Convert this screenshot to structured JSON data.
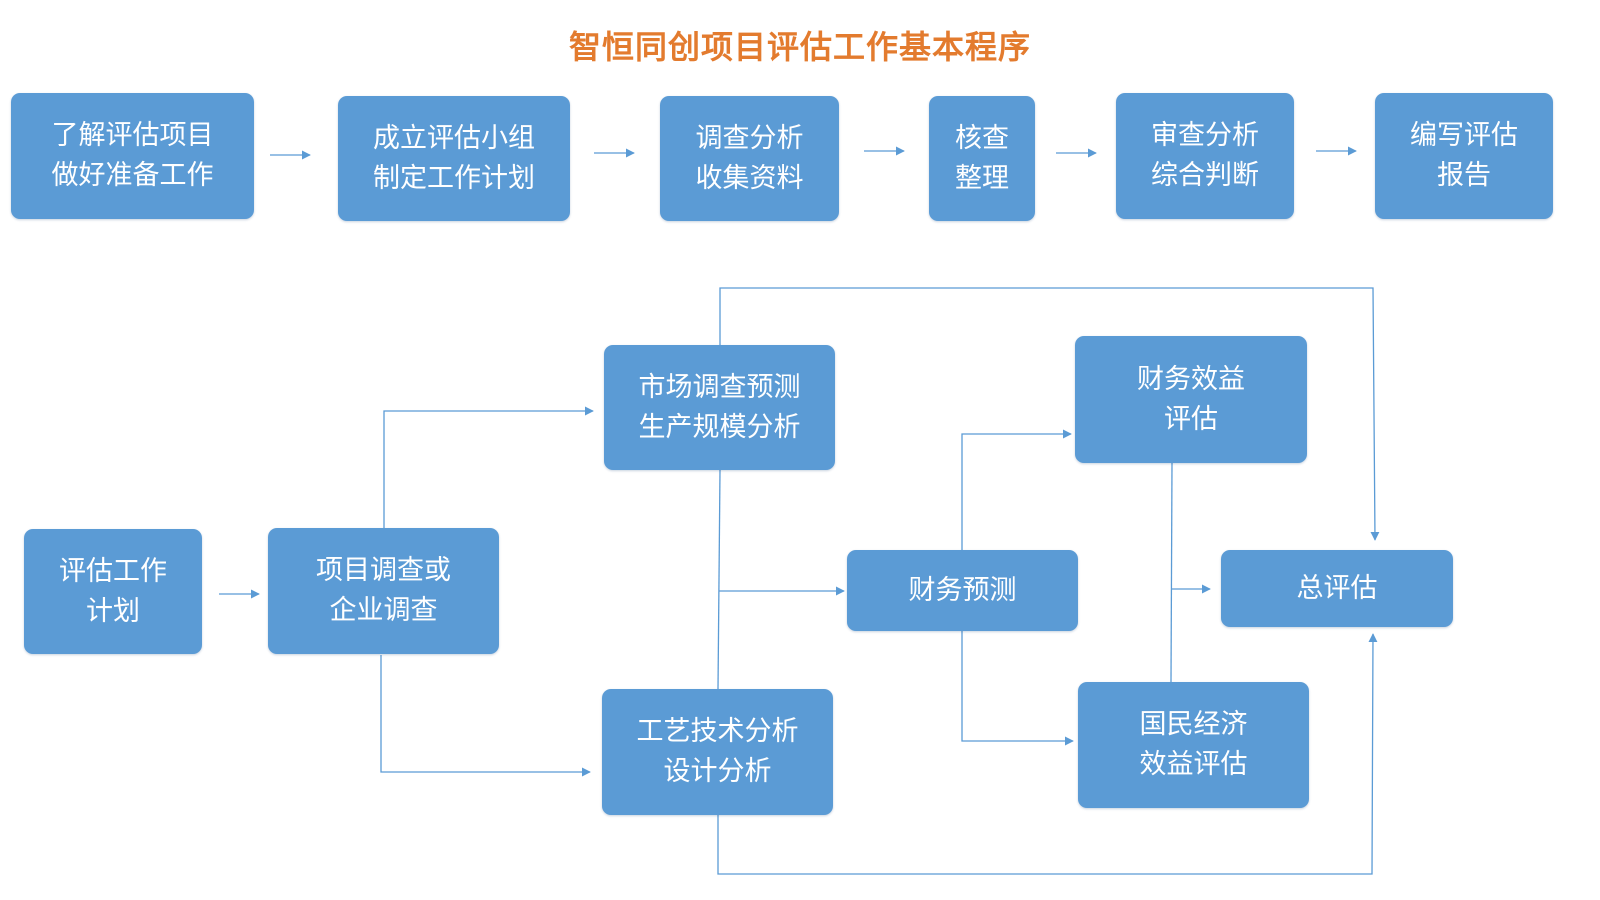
{
  "title": "智恒同创项目评估工作基本程序",
  "colors": {
    "title": "#E37B2E",
    "box_fill": "#5B9BD5",
    "box_text": "#FFFFFF",
    "connector": "#5B9BD5"
  },
  "top_flow": [
    {
      "line1": "了解评估项目",
      "line2": "做好准备工作"
    },
    {
      "line1": "成立评估小组",
      "line2": "制定工作计划"
    },
    {
      "line1": "调查分析",
      "line2": "收集资料"
    },
    {
      "line1": "核查",
      "line2": "整理"
    },
    {
      "line1": "审查分析",
      "line2": "综合判断"
    },
    {
      "line1": "编写评估",
      "line2": "报告"
    }
  ],
  "detail_flow": {
    "plan": {
      "line1": "评估工作",
      "line2": "计划"
    },
    "survey": {
      "line1": "项目调查或",
      "line2": "企业调查"
    },
    "market": {
      "line1": "市场调查预测",
      "line2": "生产规模分析"
    },
    "tech": {
      "line1": "工艺技术分析",
      "line2": "设计分析"
    },
    "forecast": {
      "line1": "财务预测"
    },
    "fin_benefit": {
      "line1": "财务效益",
      "line2": "评估"
    },
    "nat_benefit": {
      "line1": "国民经济",
      "line2": "效益评估"
    },
    "overall": {
      "line1": "总评估"
    }
  }
}
